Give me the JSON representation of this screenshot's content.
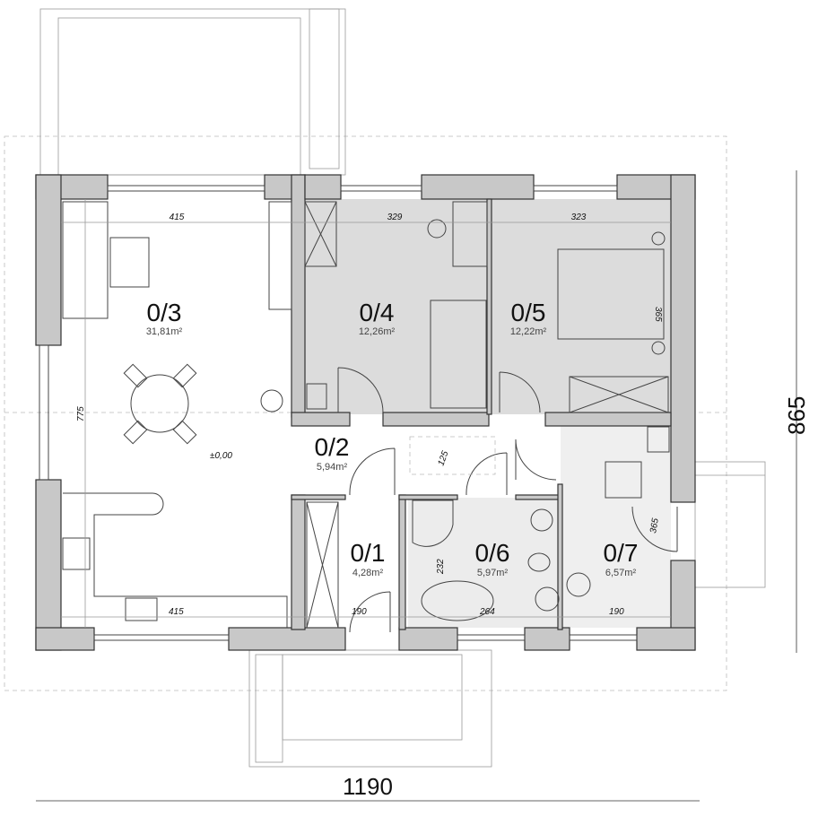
{
  "rooms": [
    {
      "id": "0/3",
      "area": "31,81m²"
    },
    {
      "id": "0/4",
      "area": "12,26m²"
    },
    {
      "id": "0/5",
      "area": "12,22m²"
    },
    {
      "id": "0/2",
      "area": "5,94m²"
    },
    {
      "id": "0/1",
      "area": "4,28m²"
    },
    {
      "id": "0/6",
      "area": "5,97m²"
    },
    {
      "id": "0/7",
      "area": "6,57m²"
    }
  ],
  "dimensions": {
    "room3_width_top": "415",
    "room4_width": "329",
    "room5_width": "323",
    "bed_length": "365",
    "room3_depth": "775",
    "level": "±0,00",
    "stair_hatch": "125",
    "bath_depth": "232",
    "bath_width": "264",
    "room1_width": "190",
    "room7_width": "190",
    "room7_depth": "365",
    "room3_width_bottom": "415",
    "total_width": "1190",
    "total_depth": "865"
  },
  "colors": {
    "wall": "#c8c8c8",
    "room_shade": "#dcdcdc",
    "room_light": "#ececec"
  }
}
